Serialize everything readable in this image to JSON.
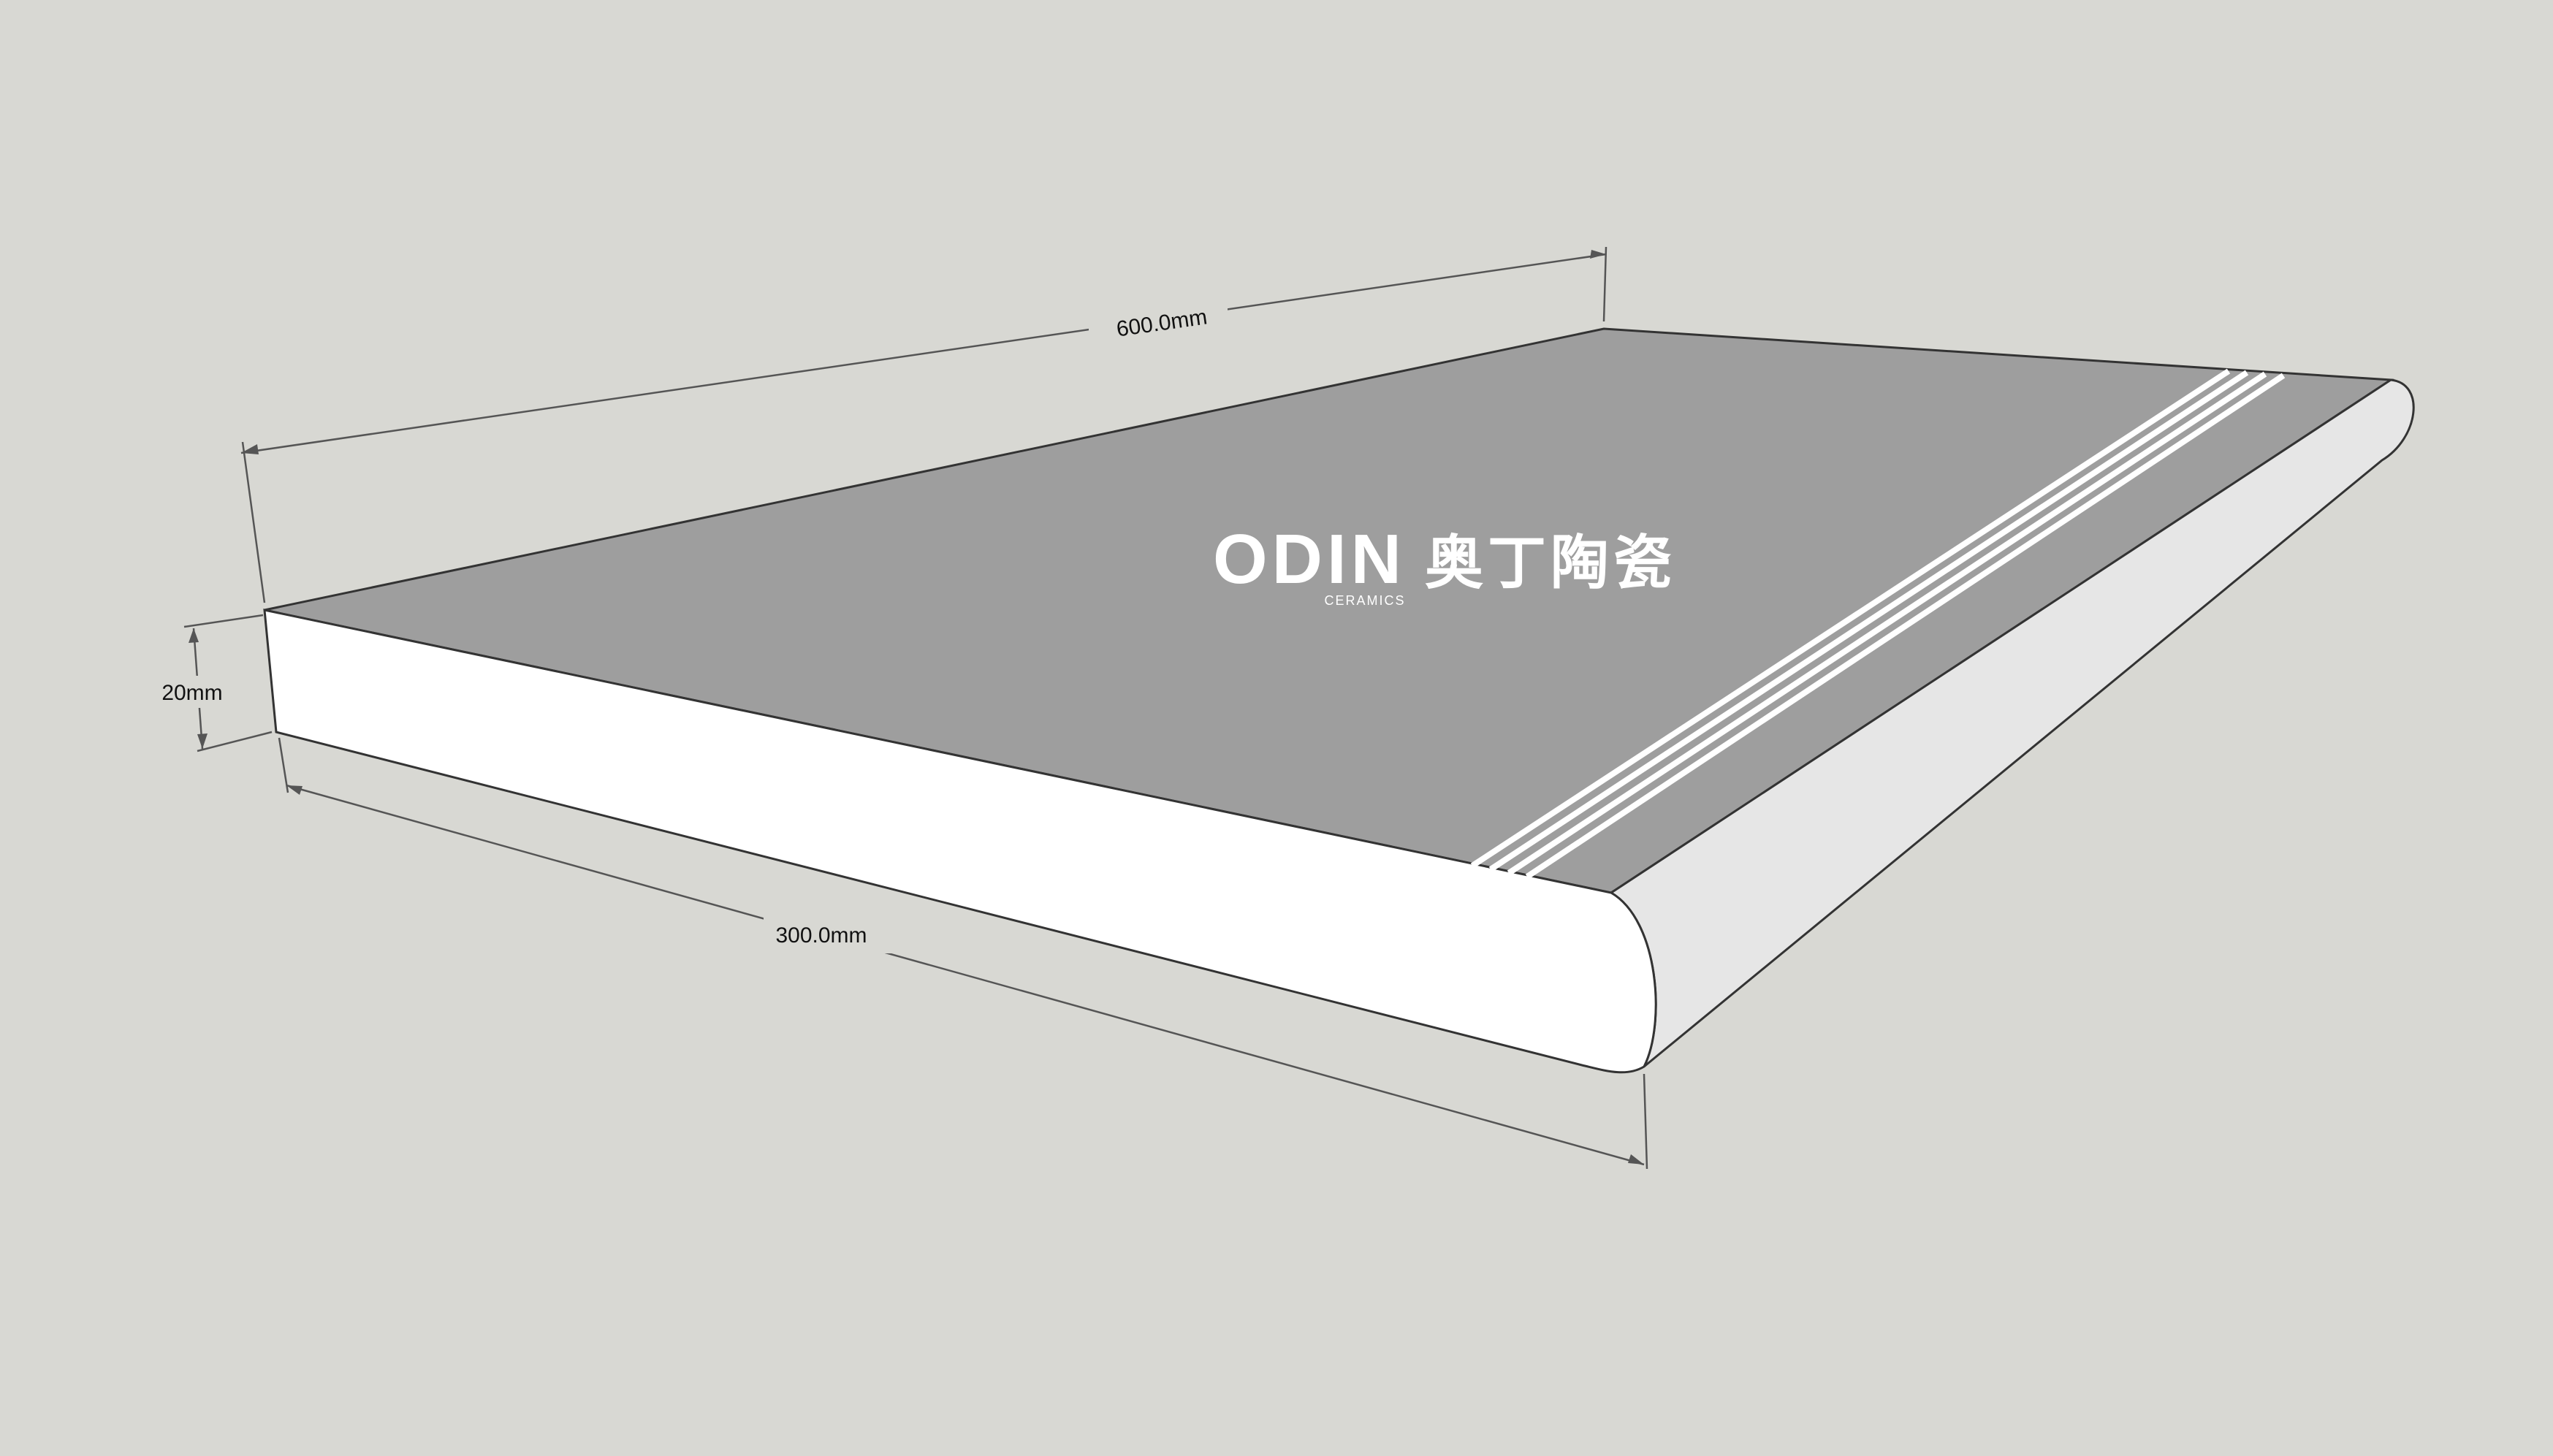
{
  "dimensions": {
    "length": "600.0mm",
    "width": "300.0mm",
    "thickness": "20mm"
  },
  "logo": {
    "word": "ODIN",
    "chinese": "奥丁陶瓷",
    "subtitle": "CERAMICS"
  },
  "colors": {
    "background": "#d8d8d3",
    "top_face": "#9e9e9e",
    "side_face": "#ffffff",
    "bullnose": "#e6e6e6",
    "groove": "#ffffff",
    "dimension_line": "#555555"
  }
}
